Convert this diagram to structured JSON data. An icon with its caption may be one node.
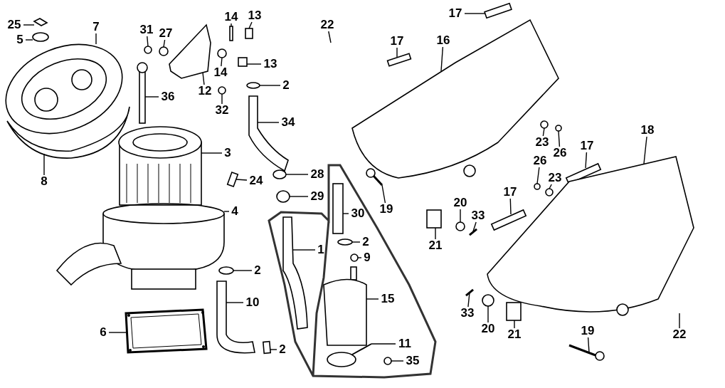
{
  "diagram": {
    "nodes": [
      {
        "text": [
          "25"
        ]
      },
      {
        "text": [
          "5"
        ]
      },
      {
        "text": [
          "7"
        ]
      },
      {
        "text": [
          "8"
        ]
      },
      {
        "text": [
          "31"
        ]
      },
      {
        "text": [
          "27"
        ]
      },
      {
        "text": [
          "12"
        ]
      },
      {
        "text": [
          "14"
        ]
      },
      {
        "text": [
          "13"
        ]
      },
      {
        "text": [
          "13"
        ]
      },
      {
        "text": [
          "14"
        ]
      },
      {
        "text": [
          "2"
        ]
      },
      {
        "text": [
          "32"
        ]
      },
      {
        "text": [
          "36"
        ]
      },
      {
        "text": [
          "34"
        ]
      },
      {
        "text": [
          "3"
        ]
      },
      {
        "text": [
          "24"
        ]
      },
      {
        "text": [
          "4"
        ]
      },
      {
        "text": [
          "22"
        ]
      },
      {
        "text": [
          "17"
        ]
      },
      {
        "text": [
          "17"
        ]
      },
      {
        "text": [
          "16"
        ]
      },
      {
        "text": [
          "28"
        ]
      },
      {
        "text": [
          "29"
        ]
      },
      {
        "text": [
          "30"
        ]
      },
      {
        "text": [
          "19"
        ]
      },
      {
        "text": [
          "1"
        ]
      },
      {
        "text": [
          "2"
        ]
      },
      {
        "text": [
          "9"
        ]
      },
      {
        "text": [
          "2"
        ]
      },
      {
        "text": [
          "10"
        ]
      },
      {
        "text": [
          "15"
        ]
      },
      {
        "text": [
          "11"
        ]
      },
      {
        "text": [
          "2"
        ]
      },
      {
        "text": [
          "35"
        ]
      },
      {
        "text": [
          "6"
        ]
      },
      {
        "text": [
          "23"
        ]
      },
      {
        "text": [
          "26"
        ]
      },
      {
        "text": [
          "17"
        ]
      },
      {
        "text": [
          "18"
        ]
      },
      {
        "text": [
          "26"
        ]
      },
      {
        "text": [
          "23"
        ]
      },
      {
        "text": [
          "20"
        ]
      },
      {
        "text": [
          "33"
        ]
      },
      {
        "text": [
          "17"
        ]
      },
      {
        "text": [
          "21"
        ]
      },
      {
        "text": [
          "33"
        ]
      },
      {
        "text": [
          "20"
        ]
      },
      {
        "text": [
          "21"
        ]
      },
      {
        "text": [
          "19"
        ]
      },
      {
        "text": [
          "22"
        ]
      },
      {
        "text": [],
        "shape": "picture"
      },
      {
        "text": [],
        "shape": "circle"
      },
      {
        "text": [],
        "shape": "picture"
      },
      {
        "text": [],
        "shape": "picture"
      },
      {
        "text": [],
        "shape": "circle"
      },
      {
        "text": [],
        "shape": "circle"
      },
      {
        "text": [],
        "shape": "picture"
      },
      {
        "text": [],
        "shape": "box"
      },
      {
        "text": [],
        "shape": "box"
      },
      {
        "text": [],
        "shape": "box"
      },
      {
        "text": [],
        "shape": "circle"
      },
      {
        "text": [],
        "shape": "circle"
      },
      {
        "text": [],
        "shape": "circle"
      },
      {
        "text": [],
        "shape": "picture"
      },
      {
        "text": [],
        "shape": "picture"
      },
      {
        "text": [],
        "shape": "picture"
      },
      {
        "text": [],
        "shape": "box"
      },
      {
        "text": [],
        "shape": "picture"
      },
      {
        "text": [],
        "shape": "box"
      },
      {
        "text": [],
        "shape": "box"
      },
      {
        "text": [],
        "shape": "picture"
      },
      {
        "text": [],
        "shape": "circle"
      },
      {
        "text": [],
        "shape": "circle"
      },
      {
        "text": [],
        "shape": "box"
      },
      {
        "text": [],
        "shape": "picture"
      },
      {
        "text": [],
        "shape": "picture"
      },
      {
        "text": [],
        "shape": "circle"
      },
      {
        "text": [],
        "shape": "circle"
      },
      {
        "text": [],
        "shape": "circle"
      },
      {
        "text": [],
        "shape": "picture"
      },
      {
        "text": [],
        "shape": "picture"
      },
      {
        "text": [],
        "shape": "picture"
      },
      {
        "text": [],
        "shape": "box"
      },
      {
        "text": [],
        "shape": "circle"
      },
      {
        "text": [],
        "shape": "picture"
      },
      {
        "text": [],
        "shape": "circle"
      },
      {
        "text": [],
        "shape": "circle"
      },
      {
        "text": [],
        "shape": "box"
      },
      {
        "text": [],
        "shape": "picture"
      },
      {
        "text": [],
        "shape": "circle"
      },
      {
        "text": [],
        "shape": "circle"
      },
      {
        "text": [],
        "shape": "circle"
      },
      {
        "text": [],
        "shape": "bar"
      },
      {
        "text": [],
        "shape": "box"
      },
      {
        "text": [],
        "shape": "box"
      },
      {
        "text": [],
        "shape": "bar"
      },
      {
        "text": [],
        "shape": "circle"
      },
      {
        "text": [],
        "shape": "box"
      },
      {
        "text": [],
        "shape": "picture"
      }
    ],
    "edges": [
      {
        "from": 0,
        "to": 51,
        "arrow": "none"
      },
      {
        "from": 1,
        "to": 52,
        "arrow": "none"
      },
      {
        "from": 2,
        "to": 53,
        "arrow": "none"
      },
      {
        "from": 3,
        "to": 54,
        "arrow": "none"
      },
      {
        "from": 4,
        "to": 55,
        "arrow": "none"
      },
      {
        "from": 5,
        "to": 56,
        "arrow": "none"
      },
      {
        "from": 6,
        "to": 57,
        "arrow": "none"
      },
      {
        "from": 7,
        "to": 58,
        "arrow": "none"
      },
      {
        "from": 8,
        "to": 59,
        "arrow": "none"
      },
      {
        "from": 9,
        "to": 60,
        "arrow": "none"
      },
      {
        "from": 10,
        "to": 61,
        "arrow": "none"
      },
      {
        "from": 11,
        "to": 62,
        "arrow": "none"
      },
      {
        "from": 12,
        "to": 63,
        "arrow": "none"
      },
      {
        "from": 13,
        "to": 64,
        "arrow": "none"
      },
      {
        "from": 14,
        "to": 65,
        "arrow": "none"
      },
      {
        "from": 15,
        "to": 66,
        "arrow": "none"
      },
      {
        "from": 16,
        "to": 67,
        "arrow": "none"
      },
      {
        "from": 17,
        "to": 68,
        "arrow": "none"
      },
      {
        "from": 18,
        "to": null,
        "arrow": "none"
      },
      {
        "from": 19,
        "to": 69,
        "arrow": "none"
      },
      {
        "from": 20,
        "to": 70,
        "arrow": "none"
      },
      {
        "from": 21,
        "to": 71,
        "arrow": "none"
      },
      {
        "from": 22,
        "to": 72,
        "arrow": "none"
      },
      {
        "from": 23,
        "to": 73,
        "arrow": "none"
      },
      {
        "from": 24,
        "to": 74,
        "arrow": "none"
      },
      {
        "from": 25,
        "to": 75,
        "arrow": "none"
      },
      {
        "from": 26,
        "to": 76,
        "arrow": "none"
      },
      {
        "from": 27,
        "to": 77,
        "arrow": "none"
      },
      {
        "from": 28,
        "to": 78,
        "arrow": "none"
      },
      {
        "from": 29,
        "to": 79,
        "arrow": "none"
      },
      {
        "from": 30,
        "to": 80,
        "arrow": "none"
      },
      {
        "from": 31,
        "to": 81,
        "arrow": "none"
      },
      {
        "from": 32,
        "to": 82,
        "arrow": "none"
      },
      {
        "from": 33,
        "to": 83,
        "arrow": "none"
      },
      {
        "from": 34,
        "to": 84,
        "arrow": "none"
      },
      {
        "from": 35,
        "to": 85,
        "arrow": "none"
      },
      {
        "from": 36,
        "to": 86,
        "arrow": "none"
      },
      {
        "from": 37,
        "to": 87,
        "arrow": "none"
      },
      {
        "from": 38,
        "to": 88,
        "arrow": "none"
      },
      {
        "from": 39,
        "to": 89,
        "arrow": "none"
      },
      {
        "from": 40,
        "to": 90,
        "arrow": "none"
      },
      {
        "from": 41,
        "to": 91,
        "arrow": "none"
      },
      {
        "from": 42,
        "to": 92,
        "arrow": "none"
      },
      {
        "from": 43,
        "to": 93,
        "arrow": "none"
      },
      {
        "from": 44,
        "to": 94,
        "arrow": "none"
      },
      {
        "from": 45,
        "to": 95,
        "arrow": "none"
      },
      {
        "from": 46,
        "to": 96,
        "arrow": "none"
      },
      {
        "from": 47,
        "to": 97,
        "arrow": "none"
      },
      {
        "from": 48,
        "to": 98,
        "arrow": "none"
      },
      {
        "from": 49,
        "to": 99,
        "arrow": "none"
      },
      {
        "from": 50,
        "to": null,
        "arrow": "none"
      }
    ]
  }
}
